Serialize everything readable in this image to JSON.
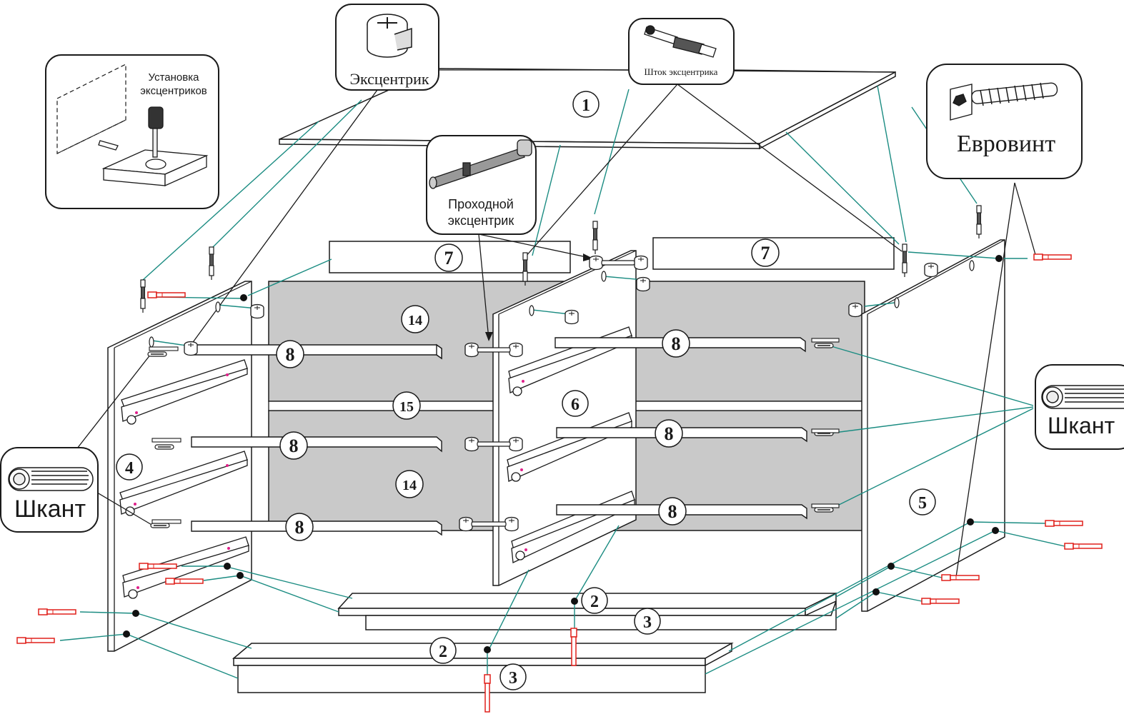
{
  "callouts": {
    "install_caption_line1": "Установка",
    "install_caption_line2": "эксцентриков",
    "eccentric": "Эксцентрик",
    "eccentric_rod": "Шток эксцентрика",
    "through_eccentric_line1": "Проходной",
    "through_eccentric_line2": "эксцентрик",
    "eurovint": "Евровинт",
    "dowel_left": "Шкант",
    "dowel_right": "Шкант"
  },
  "part_numbers": {
    "top": "1",
    "plinth_back": "2",
    "plinth_front": "2",
    "plinth_strip_back": "3",
    "plinth_strip_front": "3",
    "side_left": "4",
    "side_right": "5",
    "partition": "6",
    "rail_left": "7",
    "rail_right": "7",
    "shelf_left_1": "8",
    "shelf_left_2": "8",
    "shelf_left_3": "8",
    "shelf_right_1": "8",
    "shelf_right_2": "8",
    "shelf_right_3": "8",
    "back_upper": "14",
    "back_lower": "14",
    "back_middle": "15"
  },
  "colors": {
    "line": "#1a1a1a",
    "leader": "#1b8c82",
    "screw": "#e0201b",
    "back_panel": "#c9c9c9",
    "panel_fill": "#ffffff"
  },
  "icons": [
    "eccentric-cam-icon",
    "eccentric-rod-icon",
    "through-eccentric-icon",
    "eurovint-screw-icon",
    "dowel-icon",
    "install-hand-icon"
  ]
}
